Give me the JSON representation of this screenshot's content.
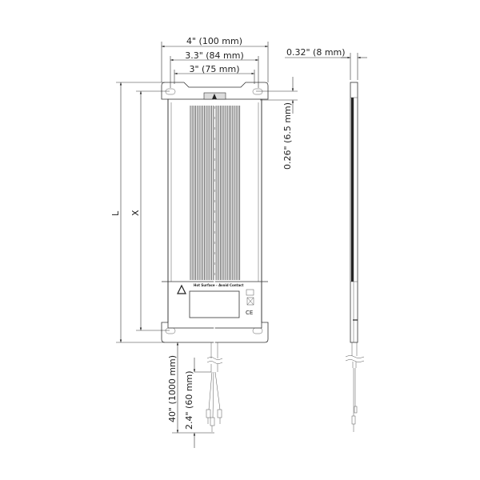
{
  "dimensions": {
    "width_overall": "4\" (100 mm)",
    "width_mount": "3.3\" (84 mm)",
    "width_inner": "3\" (75 mm)",
    "depth": "0.32\" (8 mm)",
    "tab_offset": "0.26\" (6.5 mm)",
    "length": "L",
    "mount_length": "X",
    "cable_length": "40\" (1000 mm)",
    "strip_length": "2.4\" (60 mm)"
  },
  "label": {
    "warning_text": "Hot Surface - Avoid Contact",
    "ce_mark": "CE"
  }
}
